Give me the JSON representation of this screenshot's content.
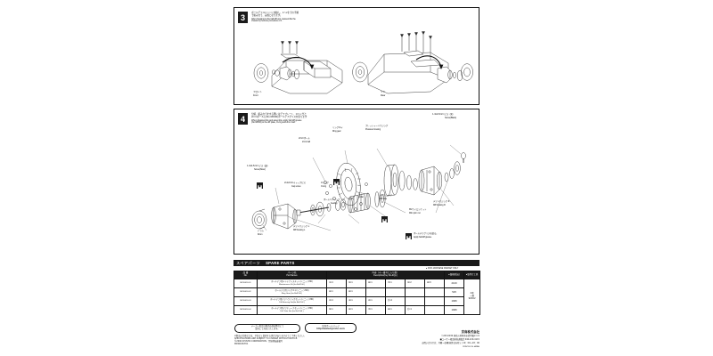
{
  "document": {
    "kind": "rc-car-instruction-manual-page",
    "page_number": "7",
    "background": "#ffffff",
    "ink": "#1a1a1a"
  },
  "steps": [
    {
      "number": "3",
      "jp_text": "ボールデフユニットに交換し、1〜2までの手順\nで組み立て、完成となります。",
      "en_text": "After changing to the ball diff unit, reassemble the\nchassis by reverse procedure of 1 .",
      "diagram_labels": [
        {
          "jp": "フロント",
          "en": "Front"
        },
        {
          "jp": "リヤ",
          "en": "Rear"
        }
      ]
    },
    {
      "number": "4",
      "jp_text": "分解、組み立てをする際にはデフプレート、Oリングと\n2mmボールに(No.96506)ボールデフグリスを塗ります",
      "en_text": "When disassemble and assemble, apply ball diff grease\n(No.96506) to the diff plate, O-ring and 2mm ball.",
      "callouts": [
        {
          "id": "screw-black",
          "jp": "1.4x4.5mm ビス（黒）",
          "en": "Screw(Black)"
        },
        {
          "id": "pressure-housing",
          "jp": "プレッシャーハウジング",
          "en": "Pressure housing"
        },
        {
          "id": "ring-gear",
          "jp": "リングギヤ",
          "en": "Ring gear"
        },
        {
          "id": "ball-2mm",
          "jp": "2mmボール",
          "en": "2mm ball"
        },
        {
          "id": "diff-housing-r",
          "jp": "デフハウジング R",
          "en": "Diff housing R"
        },
        {
          "id": "m2-nylon-nut",
          "jp": "M2ナイロンナット",
          "en": "M2 nylon nut"
        },
        {
          "id": "diff-tube",
          "jp": "デフチューブ",
          "en": "Diff tube"
        },
        {
          "id": "collar",
          "jp": "カラー",
          "en": "Collar"
        },
        {
          "id": "bearing",
          "jp": "ボールベアリング",
          "en": "bearing"
        },
        {
          "id": "cap-screw",
          "jp": "2x12mmキャップビス",
          "en": "Cap screw"
        },
        {
          "id": "o-ring",
          "jp": "Oリング",
          "en": "O-ring"
        },
        {
          "id": "screw-silver",
          "jp": "1.4x4.5mm ビス（銀）",
          "en": "Screw(Silver)"
        },
        {
          "id": "diff-housing-l",
          "jp": "デフハウジング L",
          "en": "Diff housing L"
        },
        {
          "id": "drum",
          "jp": "ドラム",
          "en": "Drum"
        }
      ],
      "note": {
        "jp": "ボールデフグリスを塗る。",
        "en": "Apply ball diff grease."
      }
    }
  ],
  "spare_parts": {
    "title_jp": "スペアパーツ",
    "title_en": "SPARE PARTS",
    "market_note": "● FOR JAPANESE MARKET ONLY",
    "headers": {
      "no_jp": "品 番",
      "no_en": "No.",
      "name_jp": "パーツ名",
      "name_en": "Part Names",
      "desc_jp": "内容（キ一番号と入り数）",
      "desc_en": "Description(Key No.&Qty.)",
      "price_jp": "●価格(税込)",
      "price_en": "",
      "tool_jp": "●取付け工具",
      "tool_en": ""
    },
    "rows": [
      {
        "no": "MDW018-01",
        "name_jp": "ボールデフ用メンテナンスキット(ミニッツMR)",
        "name_en": "Maintenance Kit (for Ball Diff )",
        "desc": [
          "①×4",
          "⑤×1",
          "⑧×1",
          "⑦×1",
          "⑨×2",
          "⑩×6"
        ],
        "price": "2100"
      },
      {
        "no": "MDW018-02",
        "name_jp": "ボールデフ用リングギヤ(ミニッツMR)",
        "name_en": "Ring Gear (for Ball Diff )",
        "desc": [
          "⑥×1",
          "⑧×1"
        ],
        "price": "525"
      },
      {
        "no": "MDW018-03",
        "name_jp": "ボールデフ用デフハウジングセット(ミニッツMR)",
        "name_en": "Diff Housing Set(for Ball Diff )",
        "desc": [
          "②×4",
          "③×1",
          "④×1",
          "⑪×4"
        ],
        "price": "1680"
      },
      {
        "no": "MDW018-04",
        "name_jp": "ボールデフ用デフチューブセット(ミニッツMR)",
        "name_en": "Diff Tube Set (for Ball Diff )",
        "desc": [
          "⑤×1",
          "⑥×1",
          "⑦×1",
          "⑧×1",
          "⑪×1"
        ],
        "price": "1680"
      }
    ],
    "tool_cell": "2本\n一組\n96562"
  },
  "footer": {
    "retailer_box": "メーカー指定の販売店様は弊社にて\n受付にて対応いたします。",
    "homepage_box_jp": "京商ホームページ",
    "homepage_box_url": "http://www.kyosho.com",
    "legal": "※製品の仕様などは、予告なく変更する場合がありますのでご了承ください。\nSPECIFICATIONS ARE SUBJECT TO CHANGE WITHOUT NOTICE.\n©2006 KYOSHO CORPORATION／禁無断転載複写\nMDW018-T01",
    "company_jp": "京商株式会社",
    "address": "〒243-0034 神奈川県厚木市愛甲東2-1-5",
    "phone": "■ユーザー相談室直通電話 046-229-4115",
    "hours": "お問い合わせ先：月曜〜金曜(祝祭日を除く) 10：00〜18：00",
    "printed": "PRINTED IN JAPAN"
  }
}
